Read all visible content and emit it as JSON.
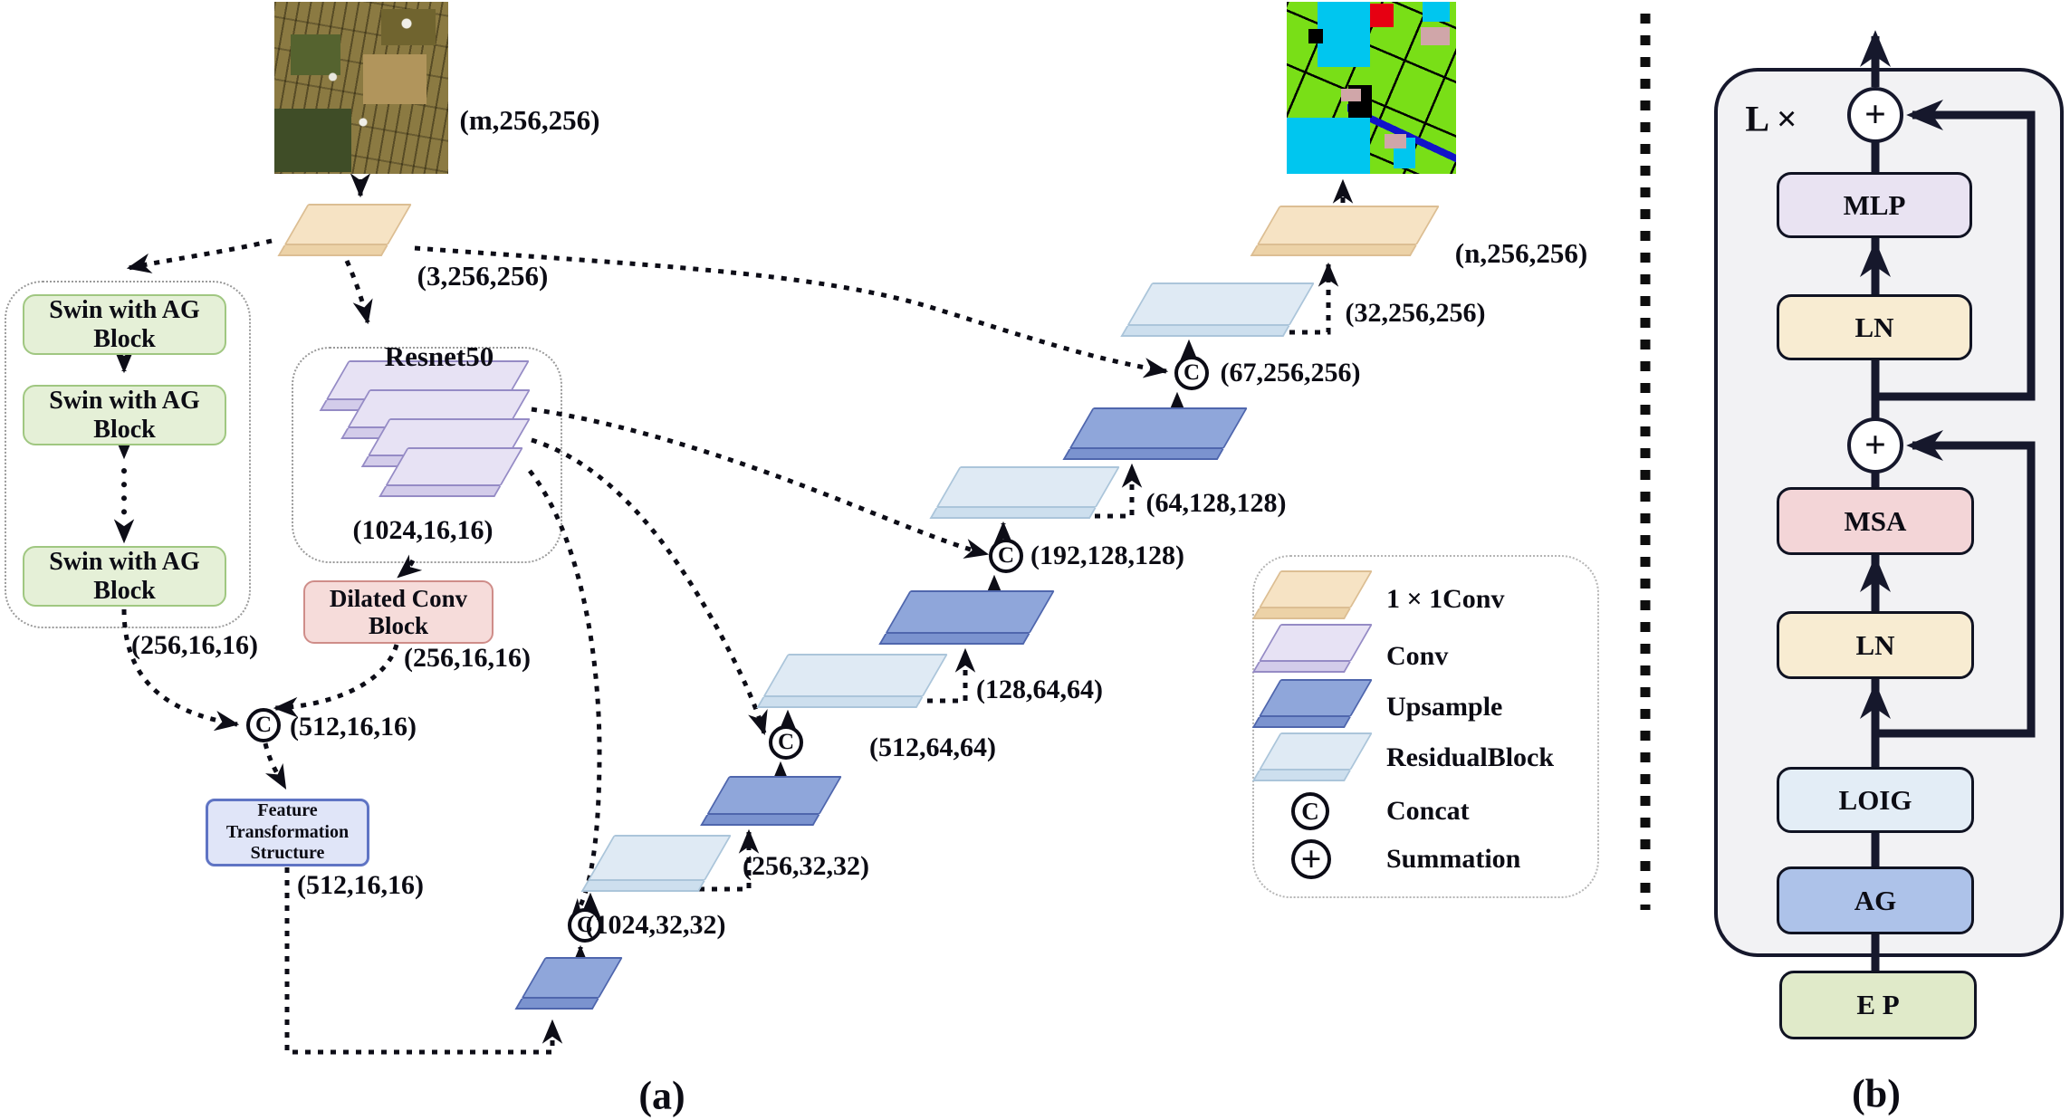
{
  "figure": {
    "panel_a_label": "(a)",
    "panel_b_label": "(b)"
  },
  "panel_a": {
    "input_image": {
      "description": "aerial-farmland-input",
      "dims": "(m,256,256)"
    },
    "output_image": {
      "description": "segmentation-map-output",
      "dims": "(n,256,256)"
    },
    "input_conv_dims": "(3,256,256)",
    "swin": {
      "blocks": [
        {
          "line1": "Swin with AG",
          "line2": "Block"
        },
        {
          "line1": "Swin with AG",
          "line2": "Block"
        },
        {
          "line1": "Swin with AG",
          "line2": "Block"
        }
      ],
      "output_dims": "(256,16,16)"
    },
    "resnet": {
      "title": "Resnet50",
      "output_dims": "(1024,16,16)"
    },
    "dilated": {
      "line1": "Dilated Conv",
      "line2": "Block",
      "output_dims": "(256,16,16)"
    },
    "fts": {
      "line1": "Feature",
      "line2": "Transformation",
      "line3": "Structure",
      "output_dims": "(512,16,16)"
    },
    "concat_symbol": "C",
    "concat_16_dims": "(512,16,16)",
    "concat_32_dims": "(1024,32,32)",
    "residual_32_dims": "(256,32,32)",
    "concat_64_dims": "(512,64,64)",
    "residual_64_dims": "(128,64,64)",
    "concat_128_dims": "(192,128,128)",
    "residual_128_dims": "(64,128,128)",
    "concat_256_dims": "(67,256,256)",
    "residual_256_dims": "(32,256,256)"
  },
  "legend": {
    "items": [
      {
        "swatch": "conv1x1-plate",
        "label": "1 × 1Conv"
      },
      {
        "swatch": "conv-plate",
        "label": "Conv"
      },
      {
        "swatch": "upsample-plate",
        "label": "Upsample"
      },
      {
        "swatch": "residualblock-plate",
        "label": "ResidualBlock"
      },
      {
        "swatch": "concat-circle",
        "symbol": "C",
        "label": "Concat"
      },
      {
        "swatch": "summation-circle",
        "symbol": "+",
        "label": "Summation"
      }
    ]
  },
  "panel_b": {
    "repeat_label": "L ×",
    "plus_symbol": "+",
    "blocks": {
      "mlp": "MLP",
      "ln_top": "LN",
      "msa": "MSA",
      "ln_bottom": "LN",
      "loig": "LOIG",
      "ag": "AG",
      "ep": "E P"
    }
  },
  "colors": {
    "conv1x1": "#f6e3c4",
    "conv": "#e7e2f4",
    "upsample": "#8fa6da",
    "residualblock": "#dfeaf4",
    "swin_block": "#e5f0d7",
    "dilated_block": "#f6dcda",
    "fts_block": "#e0e5f8",
    "panel_b_bg": "#f2f2f4",
    "line_dark": "#16182c",
    "mlp": "#e9e3f2",
    "ln": "#f8ecd2",
    "msa": "#f3d5d7",
    "loig": "#e3edf6",
    "ag": "#adc2e9",
    "ep": "#e0eac9",
    "seg_green": "#79df17",
    "seg_cyan": "#00c6ef",
    "seg_red": "#e60012"
  }
}
